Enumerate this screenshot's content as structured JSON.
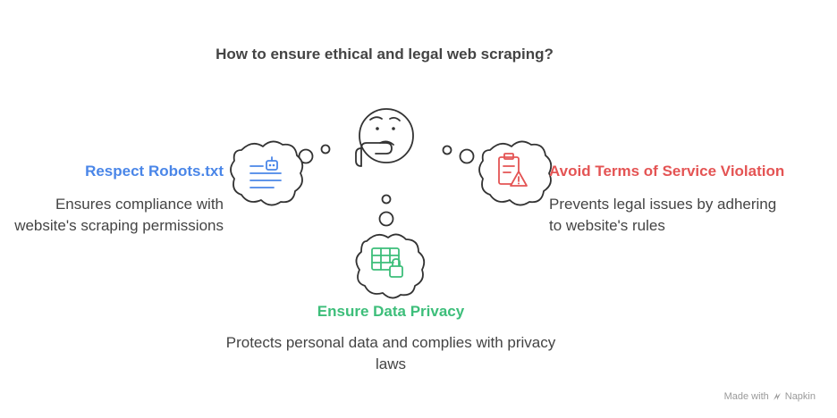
{
  "title": "How to ensure ethical and legal web scraping?",
  "colors": {
    "robots": "#4A86E8",
    "tos": "#E45454",
    "privacy": "#3DBE7A",
    "text": "#444444",
    "stroke": "#333333"
  },
  "nodes": {
    "robots": {
      "heading": "Respect Robots.txt",
      "description": "Ensures compliance with website's scraping permissions",
      "icon": "robot-document-icon"
    },
    "tos": {
      "heading": "Avoid Terms of Service Violation",
      "description": "Prevents legal issues by adhering to website's rules",
      "icon": "clipboard-warning-icon"
    },
    "privacy": {
      "heading": "Ensure Data Privacy",
      "description": "Protects personal data and complies with privacy laws",
      "icon": "locked-table-icon"
    }
  },
  "center_icon": "thinking-face-icon",
  "watermark": {
    "prefix": "Made with",
    "brand": "Napkin"
  }
}
